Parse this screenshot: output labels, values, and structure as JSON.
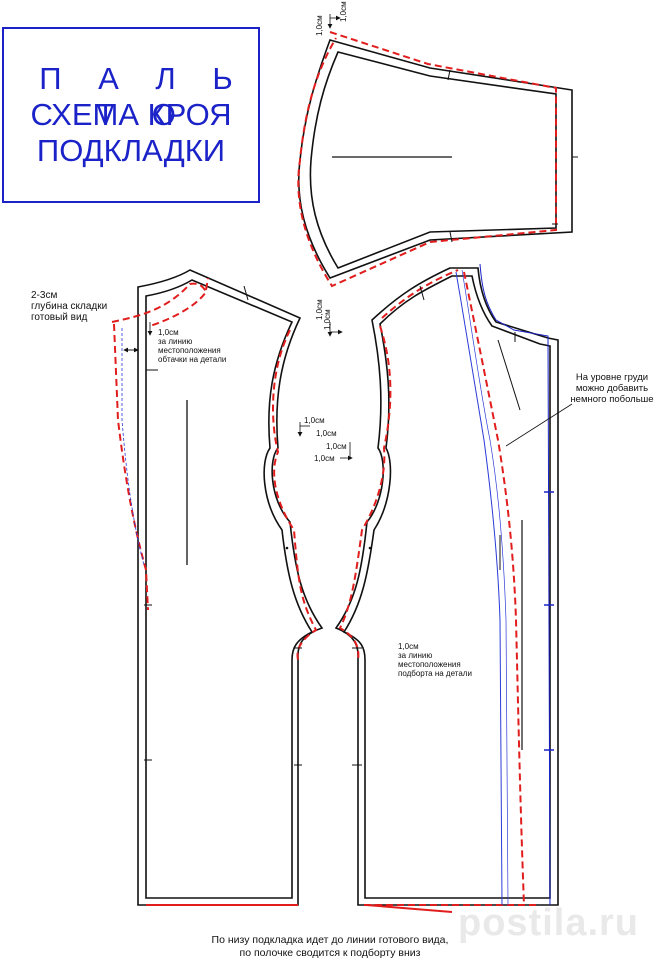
{
  "title": {
    "line1": "П А Л Ь Т О",
    "line2": "СХЕМА КРОЯ",
    "line3": "ПОДКЛАДКИ"
  },
  "notes": {
    "pleat_line1": "2-3см",
    "pleat_line2": "глубина складки",
    "pleat_line3": "готовый вид",
    "back_allow_line1": "1,0см",
    "back_allow_line2": "за линию",
    "back_allow_line3": "местоположения",
    "back_allow_line4": "обтачки на детали",
    "front_allow_line1": "1,0см",
    "front_allow_line2": "за линию",
    "front_allow_line3": "местоположения",
    "front_allow_line4": "подборта на детали",
    "callout_line1": "На уровне груди",
    "callout_line2": "можно добавить",
    "callout_line3": "немного побольше",
    "footer_line1": "По низу подкладка идет до линии готового вида,",
    "footer_line2": "по полочке сводится к подборту вниз"
  },
  "dimension_labels": {
    "sleeve_top_a": "1,0см",
    "sleeve_top_b": "1,0см",
    "sleeve_bottom_a": "1,0см",
    "sleeve_bottom_b": "1,0см",
    "armhole_a": "1,0см",
    "armhole_b": "1,0см",
    "armhole_c": "1,0см",
    "armhole_d": "1,0см"
  },
  "watermark": "postila.ru",
  "colors": {
    "pattern_line": "#111111",
    "lining_dashed": "#e11d1d",
    "facing_line": "#1a22c8",
    "title": "#1a22c8"
  }
}
